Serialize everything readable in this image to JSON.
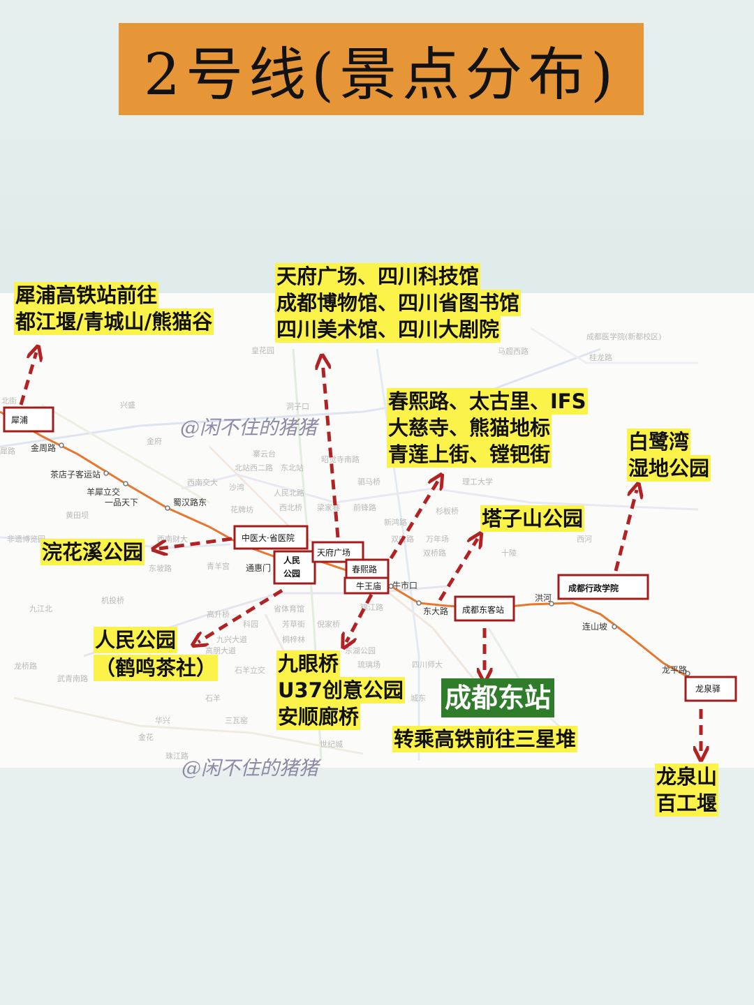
{
  "title": "2号线(景点分布)",
  "watermark": "@闲不住的猪猪",
  "colors": {
    "line2": "#e7772f",
    "box": "#a31c1c",
    "arrow": "#b22222",
    "highlight": "#fbf34a",
    "title_bg": "#e69637",
    "green": "#2f7d2a"
  },
  "annotations": {
    "xipu": [
      "犀浦高铁站前往",
      "都江堰/青城山/熊猫谷"
    ],
    "tianfu": [
      "天府广场、四川科技馆",
      "成都博物馆、四川省图书馆",
      "四川美术馆、四川大剧院"
    ],
    "chunxi": [
      "春熙路、太古里、IFS",
      "大慈寺、熊猫地标",
      "青莲上街、镗钯街"
    ],
    "bailuwan": [
      "白鹭湾",
      "湿地公园"
    ],
    "tazishan": [
      "塔子山公园"
    ],
    "huanhuaxi": [
      "浣花溪公园"
    ],
    "renmin": [
      "人民公园",
      "（鹤鸣茶社）"
    ],
    "jiuyanqiao": [
      "九眼桥",
      "U37创意公园",
      "安顺廊桥"
    ],
    "chengdudong": "成都东站",
    "transfer": "转乘高铁前往三星堆",
    "longquan": [
      "龙泉山",
      "百工堰"
    ]
  },
  "boxed_stations": {
    "xipu": "犀浦",
    "zhongyida": "中医大·省医院",
    "renmin": [
      "人民",
      "公园"
    ],
    "tianfu": "天府广场",
    "chunxi": "春熙路",
    "niuwangmiao": "牛王庙",
    "dongkezhan": "成都东客站",
    "xingzheng": "成都行政学院",
    "longquanyi": "龙泉驿"
  },
  "stations": {
    "jinzhou": "金周路",
    "chadianzi": "茶店子客运站",
    "yangxi": "羊犀立交",
    "yipin": "一品天下",
    "shuhan": "蜀汉路东",
    "tonghui": "通惠门",
    "niushikou": "牛市口",
    "dongdalu": "东大路",
    "honghe": "洪河",
    "lianshanpo": "连山坡",
    "longpinglu": "龙平路"
  },
  "faint_stations": [
    "北街",
    "兴盛",
    "金府",
    "犀路",
    "黄田坝",
    "非遗博览园",
    "西南财大",
    "东坡路",
    "青羊宫",
    "机投桥",
    "九江北",
    "龙桥路",
    "武青南路",
    "高升桥",
    "科园",
    "九兴大道",
    "高朋大道",
    "石羊立交",
    "石羊",
    "华兴",
    "金花",
    "珠江路",
    "三瓦窑",
    "世纪城",
    "城东",
    "四川师大",
    "琉璃场",
    "东湖公园",
    "锦江路",
    "省体育馆",
    "倪家桥",
    "桐梓林",
    "芳草街",
    "皇花园",
    "洞子口",
    "寨云台",
    "北站西二路",
    "东北站",
    "西南交大",
    "沙湾",
    "花牌坊",
    "人民北路",
    "西北桥",
    "梁家巷",
    "前锋路",
    "驷马桥",
    "昭觉寺南路",
    "理工大学",
    "杉板桥",
    "新鸿路",
    "双店路",
    "万年场",
    "双桥路",
    "十陵",
    "西河",
    "马超西路",
    "桂龙路",
    "成都医学院(新都校区)"
  ]
}
